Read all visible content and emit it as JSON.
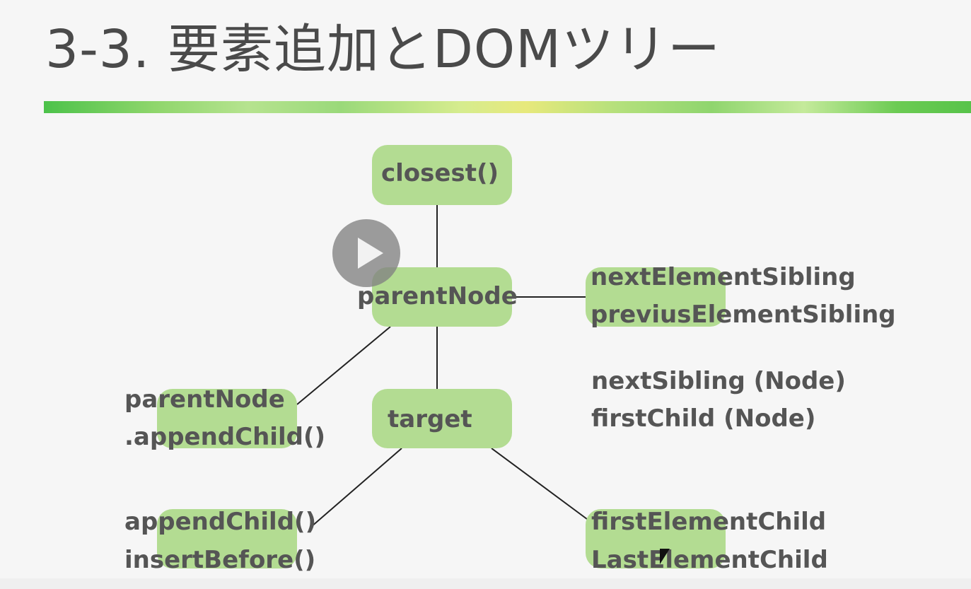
{
  "slide": {
    "title": "3-3. 要素追加とDOMツリー"
  },
  "nodes": {
    "closest": "closest()",
    "parent_node": "parentNode",
    "target": "target",
    "sibling_line1": "nextElementSibling",
    "sibling_line2": "previusElementSibling",
    "node_sibling_line1": "nextSibling (Node)",
    "node_sibling_line2": "firstChild (Node)",
    "parent_append_line1": "parentNode",
    "parent_append_line2": ".appendChild()",
    "append_line1": "appendChild()",
    "append_line2": "insertBefore()",
    "child_line1": "firstElementChild",
    "child_line2": "LastElementChild"
  },
  "colors": {
    "node_fill": "#b3dc92",
    "text": "#555555",
    "title_bar": "#7fd064"
  },
  "icons": {
    "play": "play-icon",
    "cursor": "mouse-cursor-icon"
  }
}
